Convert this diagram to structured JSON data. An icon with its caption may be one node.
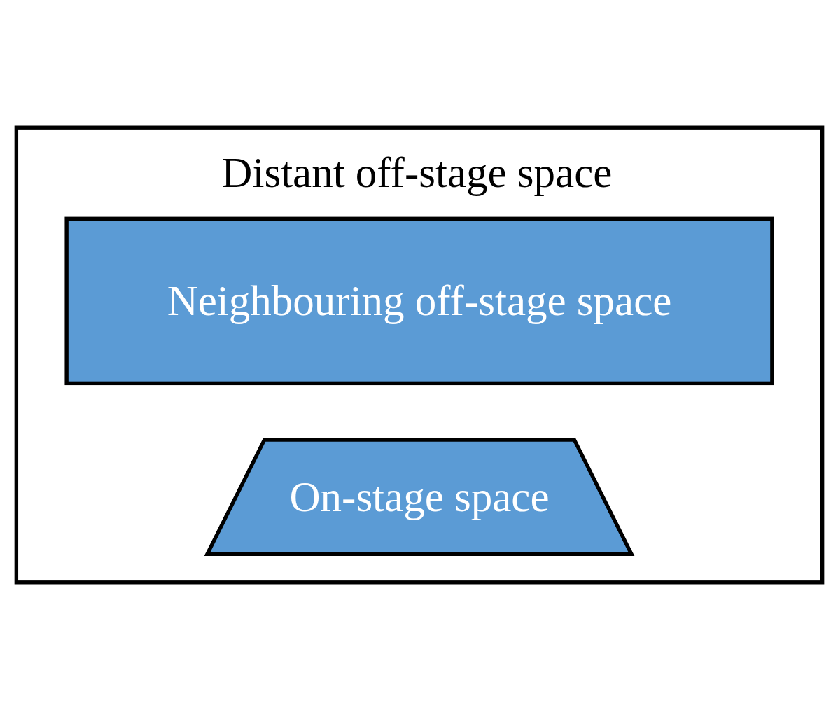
{
  "diagram": {
    "nodes": [
      {
        "text": [
          "Distant off-stage space"
        ]
      },
      {
        "text": [
          "Neighbouring off-stage space"
        ],
        "in": 0
      },
      {
        "text": [
          "On-stage space"
        ],
        "in": 0
      }
    ]
  }
}
